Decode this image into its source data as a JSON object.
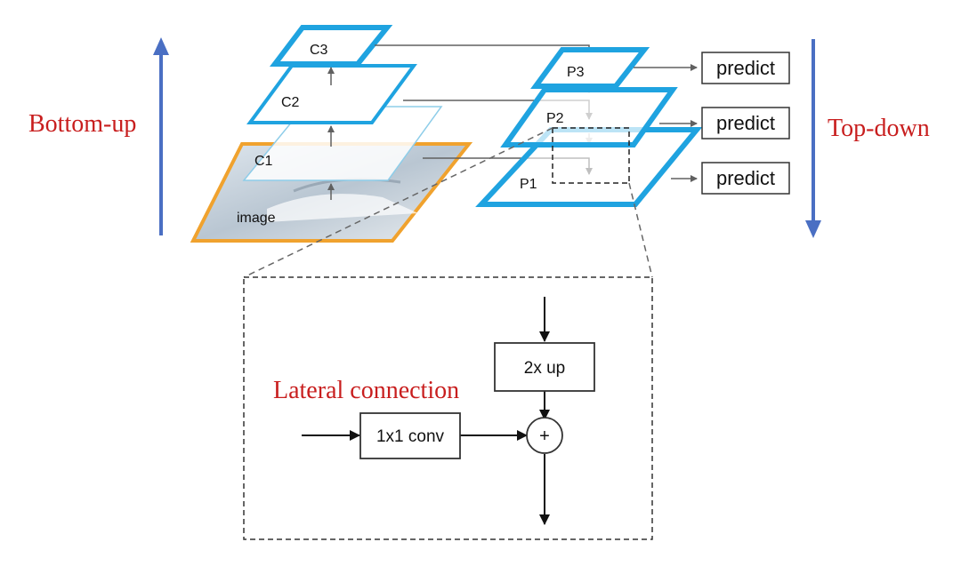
{
  "labels": {
    "bottom_up": "Bottom-up",
    "top_down": "Top-down",
    "lateral": "Lateral connection"
  },
  "pyramid_bottom_up": {
    "c3": "C3",
    "c2": "C2",
    "c1": "C1",
    "image": "image"
  },
  "pyramid_top_down": {
    "p3": "P3",
    "p2": "P2",
    "p1": "P1"
  },
  "predict": {
    "p3": "predict",
    "p2": "predict",
    "p1": "predict"
  },
  "detail": {
    "upsample": "2x up",
    "conv": "1x1 conv",
    "add": "+"
  },
  "colors": {
    "feature_map_blue": "#1fa3e0",
    "image_border_orange": "#f0a22e",
    "direction_arrow_blue": "#4a6fc3",
    "label_red": "#c81e1e",
    "line_gray": "#606060"
  }
}
